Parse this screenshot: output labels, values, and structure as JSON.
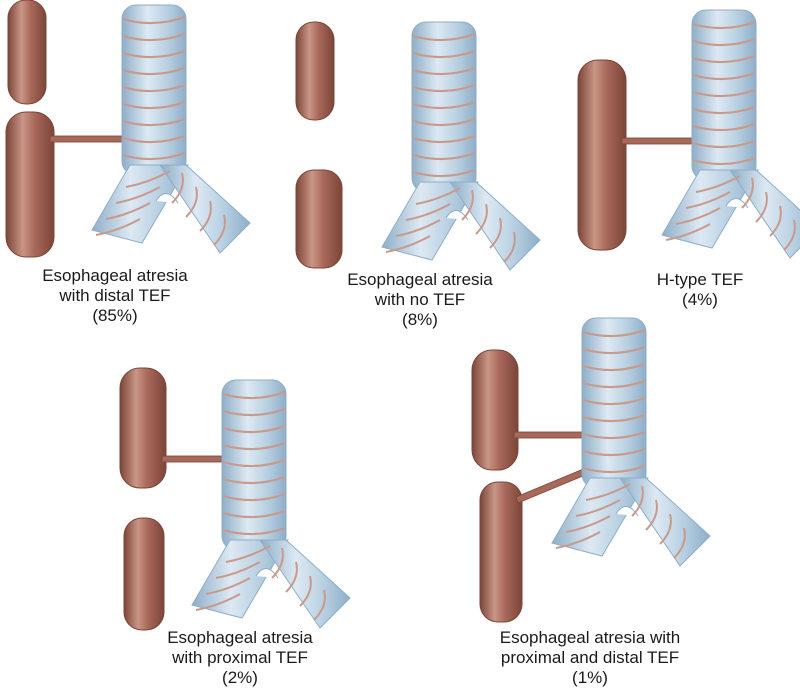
{
  "colors": {
    "esophagus": "#a8685a",
    "esophagus_dark": "#7b4538",
    "esophagus_light": "#c99585",
    "trachea": "#b9d0e2",
    "trachea_dark": "#8eaec8",
    "trachea_light": "#dde9f3",
    "cartilage_ring": "#c99a8a",
    "caption_text": "#1a1a1a"
  },
  "panels": [
    {
      "variant": "distal-tef",
      "caption": [
        "Esophageal atresia",
        "with distal TEF",
        "(85%)"
      ]
    },
    {
      "variant": "no-tef",
      "caption": [
        "Esophageal atresia",
        "with no TEF",
        "(8%)"
      ]
    },
    {
      "variant": "h-type-tef",
      "caption": [
        "H-type TEF",
        "(4%)"
      ]
    },
    {
      "variant": "proximal-tef",
      "caption": [
        "Esophageal atresia",
        "with proximal TEF",
        "(2%)"
      ]
    },
    {
      "variant": "proximal-and-distal-tef",
      "caption": [
        "Esophageal atresia with",
        "proximal and distal TEF",
        "(1%)"
      ]
    }
  ]
}
